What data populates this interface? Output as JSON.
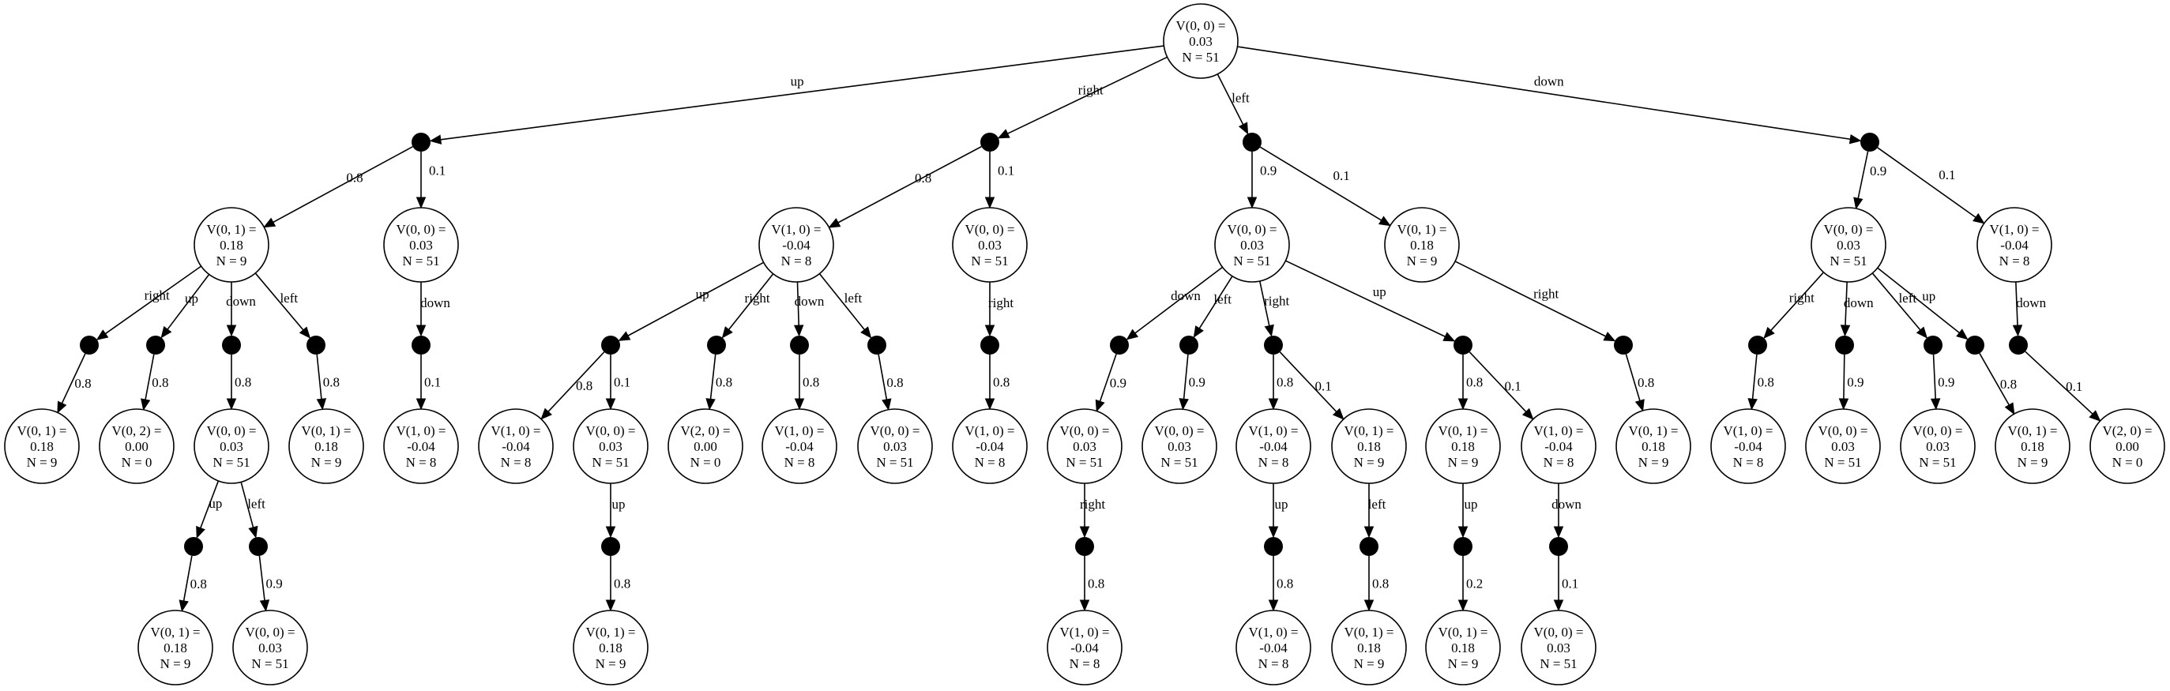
{
  "diagram": {
    "kind": "mcts-search-tree",
    "nodes": [
      {
        "id": "root",
        "type": "state",
        "lines": [
          "V(0, 0) =",
          "0.03",
          "N = 51"
        ]
      },
      {
        "id": "c_up",
        "type": "chance"
      },
      {
        "id": "c_right",
        "type": "chance"
      },
      {
        "id": "c_left",
        "type": "chance"
      },
      {
        "id": "c_down",
        "type": "chance"
      },
      {
        "id": "s1",
        "type": "state",
        "lines": [
          "V(0, 1) =",
          "0.18",
          "N = 9"
        ]
      },
      {
        "id": "s2",
        "type": "state",
        "lines": [
          "V(0, 0) =",
          "0.03",
          "N = 51"
        ]
      },
      {
        "id": "s3",
        "type": "state",
        "lines": [
          "V(1, 0) =",
          "-0.04",
          "N = 8"
        ]
      },
      {
        "id": "s4",
        "type": "state",
        "lines": [
          "V(0, 0) =",
          "0.03",
          "N = 51"
        ]
      },
      {
        "id": "s5",
        "type": "state",
        "lines": [
          "V(0, 0) =",
          "0.03",
          "N = 51"
        ]
      },
      {
        "id": "s6",
        "type": "state",
        "lines": [
          "V(0, 1) =",
          "0.18",
          "N = 9"
        ]
      },
      {
        "id": "s7",
        "type": "state",
        "lines": [
          "V(0, 0) =",
          "0.03",
          "N = 51"
        ]
      },
      {
        "id": "s8",
        "type": "state",
        "lines": [
          "V(1, 0) =",
          "-0.04",
          "N = 8"
        ]
      },
      {
        "id": "c9",
        "type": "chance"
      },
      {
        "id": "c10",
        "type": "chance"
      },
      {
        "id": "c11",
        "type": "chance"
      },
      {
        "id": "c12",
        "type": "chance"
      },
      {
        "id": "c13",
        "type": "chance"
      },
      {
        "id": "c14",
        "type": "chance"
      },
      {
        "id": "c15",
        "type": "chance"
      },
      {
        "id": "c16",
        "type": "chance"
      },
      {
        "id": "c17",
        "type": "chance"
      },
      {
        "id": "c18",
        "type": "chance"
      },
      {
        "id": "c19",
        "type": "chance"
      },
      {
        "id": "c20",
        "type": "chance"
      },
      {
        "id": "c21",
        "type": "chance"
      },
      {
        "id": "c22",
        "type": "chance"
      },
      {
        "id": "c23",
        "type": "chance"
      },
      {
        "id": "c24",
        "type": "chance"
      },
      {
        "id": "c25",
        "type": "chance"
      },
      {
        "id": "c26",
        "type": "chance"
      },
      {
        "id": "c27",
        "type": "chance"
      },
      {
        "id": "c28",
        "type": "chance"
      },
      {
        "id": "t1",
        "type": "state",
        "lines": [
          "V(0, 1) =",
          "0.18",
          "N = 9"
        ]
      },
      {
        "id": "t2",
        "type": "state",
        "lines": [
          "V(0, 2) =",
          "0.00",
          "N = 0"
        ]
      },
      {
        "id": "t3",
        "type": "state",
        "lines": [
          "V(0, 0) =",
          "0.03",
          "N = 51"
        ]
      },
      {
        "id": "t4",
        "type": "state",
        "lines": [
          "V(0, 1) =",
          "0.18",
          "N = 9"
        ]
      },
      {
        "id": "t5",
        "type": "state",
        "lines": [
          "V(1, 0) =",
          "-0.04",
          "N = 8"
        ]
      },
      {
        "id": "t6",
        "type": "state",
        "lines": [
          "V(1, 0) =",
          "-0.04",
          "N = 8"
        ]
      },
      {
        "id": "t7",
        "type": "state",
        "lines": [
          "V(0, 0) =",
          "0.03",
          "N = 51"
        ]
      },
      {
        "id": "t8",
        "type": "state",
        "lines": [
          "V(2, 0) =",
          "0.00",
          "N = 0"
        ]
      },
      {
        "id": "t9",
        "type": "state",
        "lines": [
          "V(1, 0) =",
          "-0.04",
          "N = 8"
        ]
      },
      {
        "id": "t10",
        "type": "state",
        "lines": [
          "V(0, 0) =",
          "0.03",
          "N = 51"
        ]
      },
      {
        "id": "t11",
        "type": "state",
        "lines": [
          "V(1, 0) =",
          "-0.04",
          "N = 8"
        ]
      },
      {
        "id": "t12",
        "type": "state",
        "lines": [
          "V(0, 0) =",
          "0.03",
          "N = 51"
        ]
      },
      {
        "id": "t13",
        "type": "state",
        "lines": [
          "V(0, 0) =",
          "0.03",
          "N = 51"
        ]
      },
      {
        "id": "t14",
        "type": "state",
        "lines": [
          "V(1, 0) =",
          "-0.04",
          "N = 8"
        ]
      },
      {
        "id": "t15",
        "type": "state",
        "lines": [
          "V(0, 1) =",
          "0.18",
          "N = 9"
        ]
      },
      {
        "id": "t16",
        "type": "state",
        "lines": [
          "V(0, 1) =",
          "0.18",
          "N = 9"
        ]
      },
      {
        "id": "t17",
        "type": "state",
        "lines": [
          "V(1, 0) =",
          "-0.04",
          "N = 8"
        ]
      },
      {
        "id": "t18",
        "type": "state",
        "lines": [
          "V(0, 1) =",
          "0.18",
          "N = 9"
        ]
      },
      {
        "id": "t19",
        "type": "state",
        "lines": [
          "V(1, 0) =",
          "-0.04",
          "N = 8"
        ]
      },
      {
        "id": "t20",
        "type": "state",
        "lines": [
          "V(0, 0) =",
          "0.03",
          "N = 51"
        ]
      },
      {
        "id": "t21",
        "type": "state",
        "lines": [
          "V(0, 0) =",
          "0.03",
          "N = 51"
        ]
      },
      {
        "id": "t22",
        "type": "state",
        "lines": [
          "V(0, 1) =",
          "0.18",
          "N = 9"
        ]
      },
      {
        "id": "t23",
        "type": "state",
        "lines": [
          "V(2, 0) =",
          "0.00",
          "N = 0"
        ]
      },
      {
        "id": "c29",
        "type": "chance"
      },
      {
        "id": "c30",
        "type": "chance"
      },
      {
        "id": "c31",
        "type": "chance"
      },
      {
        "id": "c32",
        "type": "chance"
      },
      {
        "id": "c33",
        "type": "chance"
      },
      {
        "id": "c34",
        "type": "chance"
      },
      {
        "id": "c35",
        "type": "chance"
      },
      {
        "id": "c36",
        "type": "chance"
      },
      {
        "id": "u1",
        "type": "state",
        "lines": [
          "V(0, 1) =",
          "0.18",
          "N = 9"
        ]
      },
      {
        "id": "u2",
        "type": "state",
        "lines": [
          "V(0, 0) =",
          "0.03",
          "N = 51"
        ]
      },
      {
        "id": "u3",
        "type": "state",
        "lines": [
          "V(0, 1) =",
          "0.18",
          "N = 9"
        ]
      },
      {
        "id": "u4",
        "type": "state",
        "lines": [
          "V(1, 0) =",
          "-0.04",
          "N = 8"
        ]
      },
      {
        "id": "u5",
        "type": "state",
        "lines": [
          "V(1, 0) =",
          "-0.04",
          "N = 8"
        ]
      },
      {
        "id": "u6",
        "type": "state",
        "lines": [
          "V(0, 1) =",
          "0.18",
          "N = 9"
        ]
      },
      {
        "id": "u7",
        "type": "state",
        "lines": [
          "V(0, 1) =",
          "0.18",
          "N = 9"
        ]
      },
      {
        "id": "u8",
        "type": "state",
        "lines": [
          "V(0, 0) =",
          "0.03",
          "N = 51"
        ]
      }
    ],
    "edges": [
      {
        "from": "root",
        "to": "c_up",
        "label": "up"
      },
      {
        "from": "root",
        "to": "c_right",
        "label": "right"
      },
      {
        "from": "root",
        "to": "c_left",
        "label": "left"
      },
      {
        "from": "root",
        "to": "c_down",
        "label": "down"
      },
      {
        "from": "c_up",
        "to": "s1",
        "label": "0.8"
      },
      {
        "from": "c_up",
        "to": "s2",
        "label": "0.1"
      },
      {
        "from": "c_right",
        "to": "s3",
        "label": "0.8"
      },
      {
        "from": "c_right",
        "to": "s4",
        "label": "0.1"
      },
      {
        "from": "c_left",
        "to": "s5",
        "label": "0.9"
      },
      {
        "from": "c_left",
        "to": "s6",
        "label": "0.1"
      },
      {
        "from": "c_down",
        "to": "s7",
        "label": "0.9"
      },
      {
        "from": "c_down",
        "to": "s8",
        "label": "0.1"
      },
      {
        "from": "s1",
        "to": "c9",
        "label": "right"
      },
      {
        "from": "s1",
        "to": "c10",
        "label": "up"
      },
      {
        "from": "s1",
        "to": "c11",
        "label": "down"
      },
      {
        "from": "s1",
        "to": "c12",
        "label": "left"
      },
      {
        "from": "s2",
        "to": "c13",
        "label": "down"
      },
      {
        "from": "s3",
        "to": "c14",
        "label": "up"
      },
      {
        "from": "s3",
        "to": "c15",
        "label": "right"
      },
      {
        "from": "s3",
        "to": "c16",
        "label": "down"
      },
      {
        "from": "s3",
        "to": "c17",
        "label": "left"
      },
      {
        "from": "s4",
        "to": "c18",
        "label": "right"
      },
      {
        "from": "s5",
        "to": "c19",
        "label": "down"
      },
      {
        "from": "s5",
        "to": "c20",
        "label": "left"
      },
      {
        "from": "s5",
        "to": "c21",
        "label": "right"
      },
      {
        "from": "s5",
        "to": "c22",
        "label": "up"
      },
      {
        "from": "s6",
        "to": "c23",
        "label": "right"
      },
      {
        "from": "s7",
        "to": "c24",
        "label": "right"
      },
      {
        "from": "s7",
        "to": "c25",
        "label": "down"
      },
      {
        "from": "s7",
        "to": "c26",
        "label": "left"
      },
      {
        "from": "s7",
        "to": "c27",
        "label": "up"
      },
      {
        "from": "s8",
        "to": "c28",
        "label": "down"
      },
      {
        "from": "c9",
        "to": "t1",
        "label": "0.8"
      },
      {
        "from": "c10",
        "to": "t2",
        "label": "0.8"
      },
      {
        "from": "c11",
        "to": "t3",
        "label": "0.8"
      },
      {
        "from": "c12",
        "to": "t4",
        "label": "0.8"
      },
      {
        "from": "c13",
        "to": "t5",
        "label": "0.1"
      },
      {
        "from": "c14",
        "to": "t6",
        "label": "0.8"
      },
      {
        "from": "c14",
        "to": "t7",
        "label": "0.1"
      },
      {
        "from": "c15",
        "to": "t8",
        "label": "0.8"
      },
      {
        "from": "c16",
        "to": "t9",
        "label": "0.8"
      },
      {
        "from": "c17",
        "to": "t10",
        "label": "0.8"
      },
      {
        "from": "c18",
        "to": "t11",
        "label": "0.8"
      },
      {
        "from": "c19",
        "to": "t12",
        "label": "0.9"
      },
      {
        "from": "c20",
        "to": "t13",
        "label": "0.9"
      },
      {
        "from": "c21",
        "to": "t14",
        "label": "0.8"
      },
      {
        "from": "c21",
        "to": "t15",
        "label": "0.1"
      },
      {
        "from": "c22",
        "to": "t16",
        "label": "0.8"
      },
      {
        "from": "c22",
        "to": "t17",
        "label": "0.1"
      },
      {
        "from": "c23",
        "to": "t18",
        "label": "0.8"
      },
      {
        "from": "c24",
        "to": "t19",
        "label": "0.8"
      },
      {
        "from": "c25",
        "to": "t20",
        "label": "0.9"
      },
      {
        "from": "c26",
        "to": "t21",
        "label": "0.9"
      },
      {
        "from": "c27",
        "to": "t22",
        "label": "0.8"
      },
      {
        "from": "c28",
        "to": "t23",
        "label": "0.1"
      },
      {
        "from": "t3",
        "to": "c29",
        "label": "up"
      },
      {
        "from": "t3",
        "to": "c30",
        "label": "left"
      },
      {
        "from": "t7",
        "to": "c31",
        "label": "up"
      },
      {
        "from": "t12",
        "to": "c32",
        "label": "right"
      },
      {
        "from": "t14",
        "to": "c33",
        "label": "up"
      },
      {
        "from": "t15",
        "to": "c34",
        "label": "left"
      },
      {
        "from": "t16",
        "to": "c35",
        "label": "up"
      },
      {
        "from": "t17",
        "to": "c36",
        "label": "down"
      },
      {
        "from": "c29",
        "to": "u1",
        "label": "0.8"
      },
      {
        "from": "c30",
        "to": "u2",
        "label": "0.9"
      },
      {
        "from": "c31",
        "to": "u3",
        "label": "0.8"
      },
      {
        "from": "c32",
        "to": "u4",
        "label": "0.8"
      },
      {
        "from": "c33",
        "to": "u5",
        "label": "0.8"
      },
      {
        "from": "c34",
        "to": "u6",
        "label": "0.8"
      },
      {
        "from": "c35",
        "to": "u7",
        "label": "0.2"
      },
      {
        "from": "c36",
        "to": "u8",
        "label": "0.1"
      }
    ]
  }
}
